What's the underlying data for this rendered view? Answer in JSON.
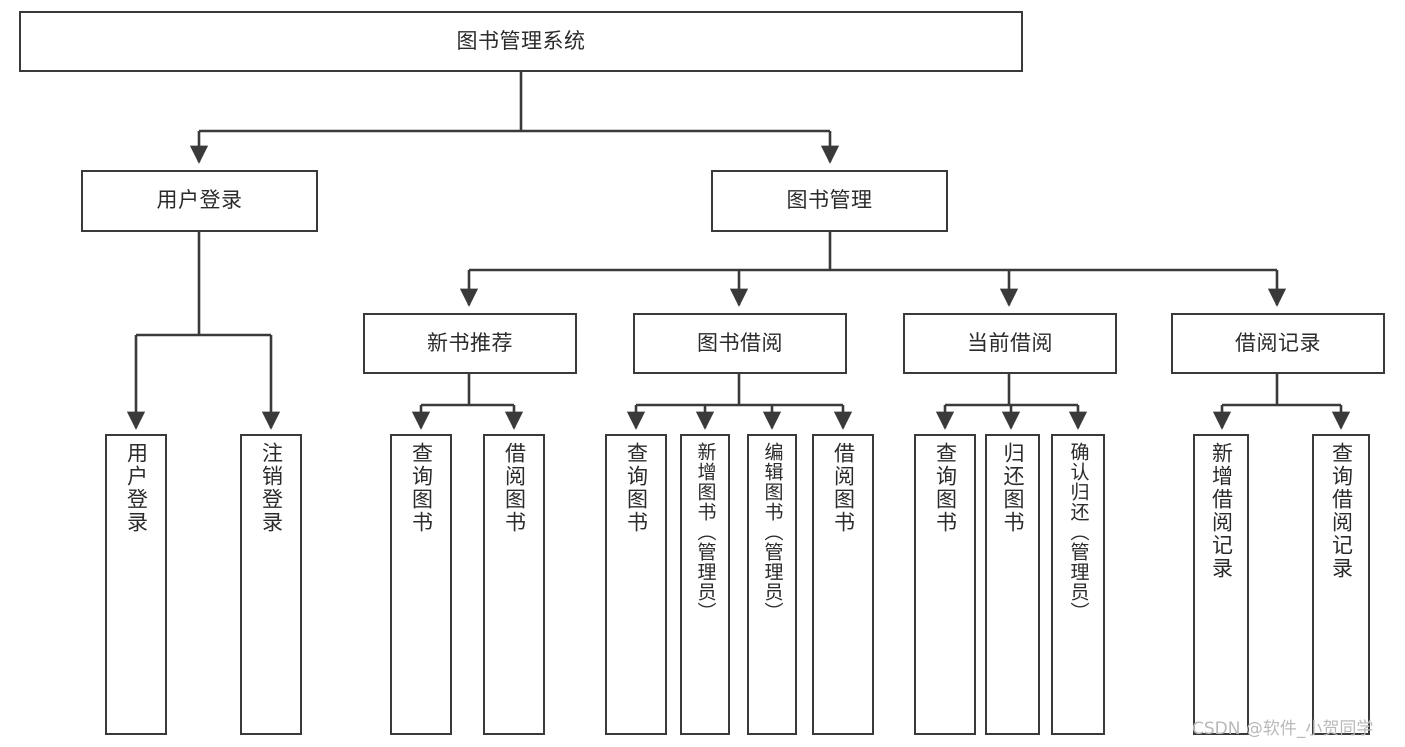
{
  "diagram": {
    "type": "hierarchy-tree",
    "title": "图书管理系统",
    "root": {
      "id": "root",
      "label": "图书管理系统"
    },
    "level2": [
      {
        "id": "user-login",
        "label": "用户登录"
      },
      {
        "id": "book-manage",
        "label": "图书管理"
      }
    ],
    "level3": [
      {
        "id": "new-book-rec",
        "label": "新书推荐",
        "parent": "book-manage"
      },
      {
        "id": "book-borrow",
        "label": "图书借阅",
        "parent": "book-manage"
      },
      {
        "id": "current-borrow",
        "label": "当前借阅",
        "parent": "book-manage"
      },
      {
        "id": "borrow-record",
        "label": "借阅记录",
        "parent": "book-manage"
      }
    ],
    "leaves": [
      {
        "id": "leaf-user-login",
        "label": "用户登录",
        "parent": "user-login"
      },
      {
        "id": "leaf-logout-login",
        "label": "注销登录",
        "parent": "user-login"
      },
      {
        "id": "leaf-query-book-1",
        "label": "查询图书",
        "parent": "new-book-rec"
      },
      {
        "id": "leaf-borrow-book-1",
        "label": "借阅图书",
        "parent": "new-book-rec"
      },
      {
        "id": "leaf-query-book-2",
        "label": "查询图书",
        "parent": "book-borrow"
      },
      {
        "id": "leaf-add-book",
        "label": "新增图书（管理员）",
        "parent": "book-borrow"
      },
      {
        "id": "leaf-edit-book",
        "label": "编辑图书（管理员）",
        "parent": "book-borrow"
      },
      {
        "id": "leaf-borrow-book-2",
        "label": "借阅图书",
        "parent": "book-borrow"
      },
      {
        "id": "leaf-query-book-3",
        "label": "查询图书",
        "parent": "current-borrow"
      },
      {
        "id": "leaf-return-book",
        "label": "归还图书",
        "parent": "current-borrow"
      },
      {
        "id": "leaf-confirm-return",
        "label": "确认归还（管理员）",
        "parent": "current-borrow"
      },
      {
        "id": "leaf-add-record",
        "label": "新增借阅记录",
        "parent": "borrow-record"
      },
      {
        "id": "leaf-query-record",
        "label": "查询借阅记录",
        "parent": "borrow-record"
      }
    ]
  },
  "watermark": {
    "text": "CSDN @软件_小贺同学"
  },
  "colors": {
    "stroke": "#3a3a3a",
    "background": "#ffffff",
    "text": "#2b2b2b",
    "watermark": "#b9b9b9"
  }
}
